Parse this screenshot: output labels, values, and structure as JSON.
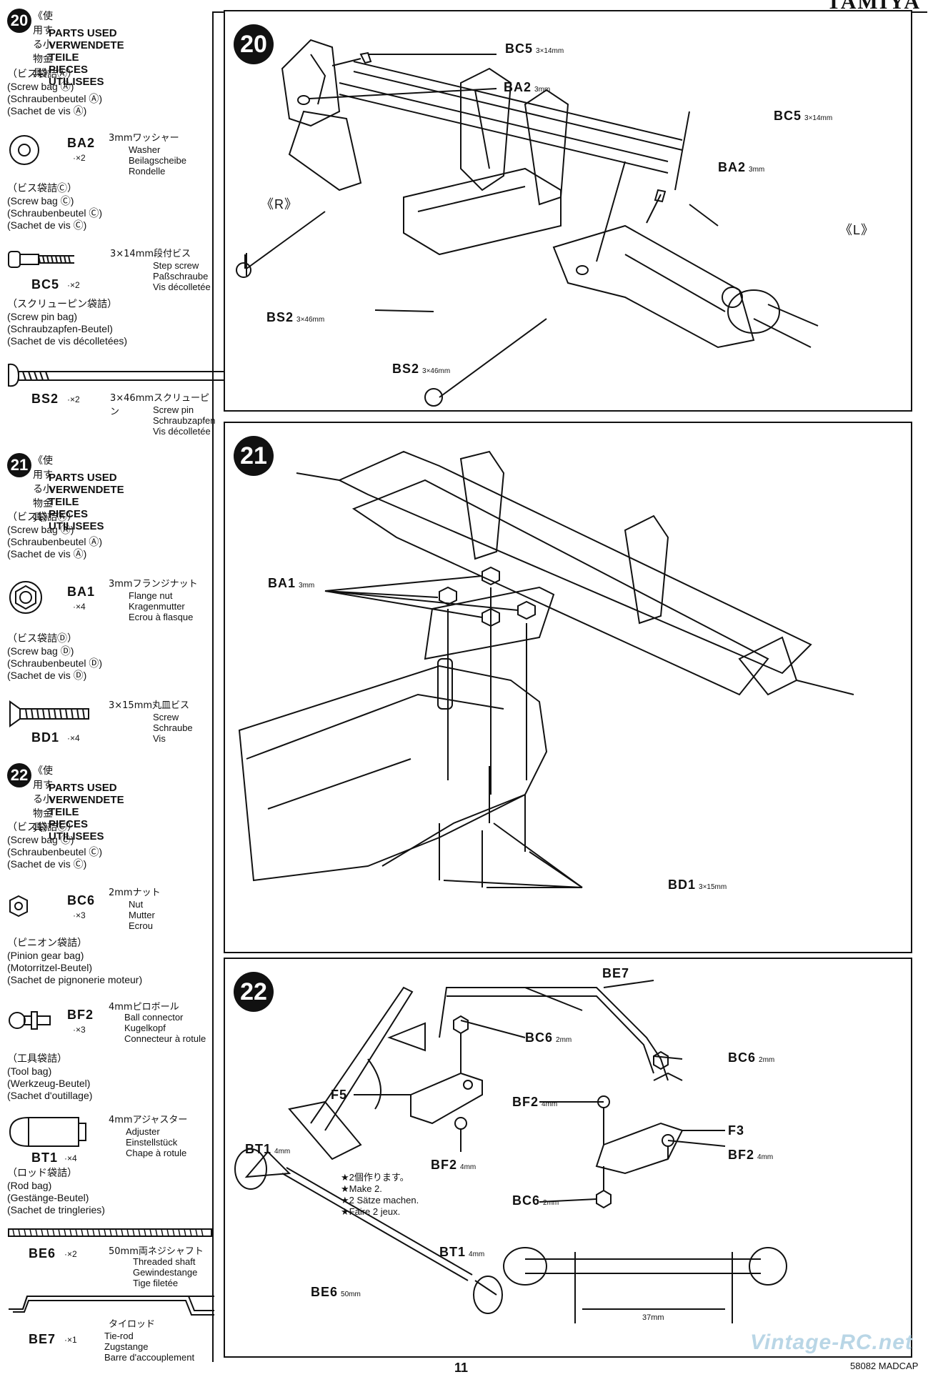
{
  "brand": "TAMIYA",
  "page_number": "11",
  "kit_code": "58082 MADCAP",
  "watermark": "Vintage-RC.net",
  "sidebar": {
    "step20": {
      "num": "20",
      "jp": "《使用する小物金具》",
      "head": [
        "PARTS USED",
        "VERWENDETE TEILE",
        "PIECES UTILISEES"
      ],
      "bags": [
        {
          "jp": "（ビス袋詰Ⓐ）",
          "lines": [
            "(Screw bag Ⓐ)",
            "(Schraubenbeutel Ⓐ)",
            "(Sachet de vis Ⓐ)"
          ]
        },
        {
          "jp": "（ビス袋詰Ⓒ）",
          "lines": [
            "(Screw bag Ⓒ)",
            "(Schraubenbeutel Ⓒ)",
            "(Sachet de vis Ⓒ)"
          ]
        },
        {
          "jp": "（スクリューピン袋詰）",
          "lines": [
            "(Screw pin bag)",
            "(Schraubzapfen-Beutel)",
            "(Sachet de vis décolletées)"
          ]
        }
      ],
      "parts": [
        {
          "code": "BA2",
          "qty": "·×2",
          "size": "3mmワッシャー",
          "names": [
            "Washer",
            "Beilagscheibe",
            "Rondelle"
          ]
        },
        {
          "code": "BC5",
          "qty": "·×2",
          "size": "3×14mm段付ビス",
          "names": [
            "Step screw",
            "Paßschraube",
            "Vis décolletée"
          ]
        },
        {
          "code": "BS2",
          "qty": "·×2",
          "size": "3×46mmスクリューピン",
          "names": [
            "Screw pin",
            "Schraubzapfen",
            "Vis décolletée"
          ]
        }
      ]
    },
    "step21": {
      "num": "21",
      "jp": "《使用する小物金具》",
      "head": [
        "PARTS USED",
        "VERWENDETE TEILE",
        "PIECES UTILISEES"
      ],
      "bags": [
        {
          "jp": "（ビス袋詰Ⓐ）",
          "lines": [
            "(Screw bag Ⓐ)",
            "(Schraubenbeutel Ⓐ)",
            "(Sachet de vis Ⓐ)"
          ]
        },
        {
          "jp": "（ビス袋詰Ⓓ）",
          "lines": [
            "(Screw bag Ⓓ)",
            "(Schraubenbeutel Ⓓ)",
            "(Sachet de vis Ⓓ)"
          ]
        }
      ],
      "parts": [
        {
          "code": "BA1",
          "qty": "·×4",
          "size": "3mmフランジナット",
          "names": [
            "Flange nut",
            "Kragenmutter",
            "Ecrou à flasque"
          ]
        },
        {
          "code": "BD1",
          "qty": "·×4",
          "size": "3×15mm丸皿ビス",
          "names": [
            "Screw",
            "Schraube",
            "Vis"
          ]
        }
      ]
    },
    "step22": {
      "num": "22",
      "jp": "《使用する小物金具》",
      "head": [
        "PARTS USED",
        "VERWENDETE TEILE",
        "PIECES UTILISEES"
      ],
      "bags": [
        {
          "jp": "（ビス袋詰Ⓒ）",
          "lines": [
            "(Screw bag Ⓒ)",
            "(Schraubenbeutel Ⓒ)",
            "(Sachet de vis Ⓒ)"
          ]
        },
        {
          "jp": "（ピニオン袋詰）",
          "lines": [
            "(Pinion gear bag)",
            "(Motorritzel-Beutel)",
            "(Sachet de pignonerie moteur)"
          ]
        },
        {
          "jp": "（工具袋詰）",
          "lines": [
            "(Tool bag)",
            "(Werkzeug-Beutel)",
            "(Sachet d'outillage)"
          ]
        },
        {
          "jp": "（ロッド袋詰）",
          "lines": [
            "(Rod bag)",
            "(Gestänge-Beutel)",
            "(Sachet de tringleries)"
          ]
        }
      ],
      "parts": [
        {
          "code": "BC6",
          "qty": "·×3",
          "size": "2mmナット",
          "names": [
            "Nut",
            "Mutter",
            "Ecrou"
          ]
        },
        {
          "code": "BF2",
          "qty": "·×3",
          "size": "4mmピロボール",
          "names": [
            "Ball connector",
            "Kugelkopf",
            "Connecteur à rotule"
          ]
        },
        {
          "code": "BT1",
          "qty": "·×4",
          "size": "4mmアジャスター",
          "names": [
            "Adjuster",
            "Einstellstück",
            "Chape à rotule"
          ]
        },
        {
          "code": "BE6",
          "qty": "·×2",
          "size": "50mm両ネジシャフト",
          "names": [
            "Threaded shaft",
            "Gewindestange",
            "Tige filetée"
          ]
        },
        {
          "code": "BE7",
          "qty": "·×1",
          "size": "タイロッド",
          "names": [
            "Tie-rod",
            "Zugstange",
            "Barre d'accouplement"
          ]
        }
      ]
    }
  },
  "panels": {
    "p20": {
      "num": "20",
      "labels": [
        {
          "t": "BC5",
          "s": "3×14mm"
        },
        {
          "t": "BA2",
          "s": "3mm"
        },
        {
          "t": "BC5",
          "s": "3×14mm"
        },
        {
          "t": "BA2",
          "s": "3mm"
        },
        {
          "t": "《R》",
          "s": ""
        },
        {
          "t": "《L》",
          "s": ""
        },
        {
          "t": "BS2",
          "s": "3×46mm"
        },
        {
          "t": "BS2",
          "s": "3×46mm"
        }
      ]
    },
    "p21": {
      "num": "21",
      "labels": [
        {
          "t": "BA1",
          "s": "3mm"
        },
        {
          "t": "BD1",
          "s": "3×15mm"
        }
      ]
    },
    "p22": {
      "num": "22",
      "labels": [
        {
          "t": "BE7",
          "s": ""
        },
        {
          "t": "BC6",
          "s": "2mm"
        },
        {
          "t": "BC6",
          "s": "2mm"
        },
        {
          "t": "F5",
          "s": ""
        },
        {
          "t": "F3",
          "s": ""
        },
        {
          "t": "BF2",
          "s": "4mm"
        },
        {
          "t": "BF2",
          "s": "4mm"
        },
        {
          "t": "BF2",
          "s": "4mm"
        },
        {
          "t": "BC6",
          "s": "2mm"
        },
        {
          "t": "BT1",
          "s": "4mm"
        },
        {
          "t": "BT1",
          "s": "4mm"
        },
        {
          "t": "BE6",
          "s": "50mm"
        }
      ],
      "note": [
        "★2個作ります。",
        "★Make 2.",
        "★2 Sätze machen.",
        "★Faire 2 jeux."
      ],
      "dim": "37mm"
    }
  }
}
